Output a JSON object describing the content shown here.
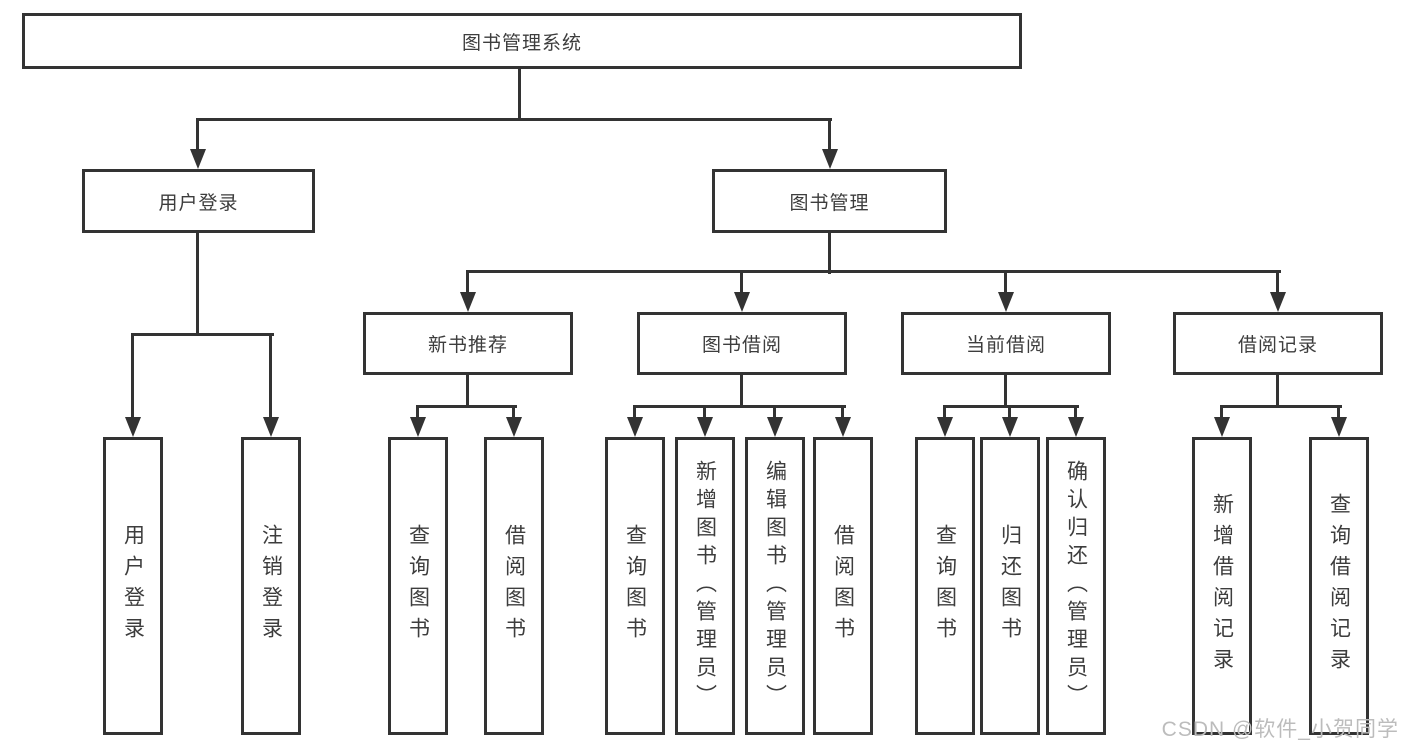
{
  "diagram": {
    "title": "图书管理系统",
    "root": {
      "label": "图书管理系统"
    },
    "level2": [
      {
        "label": "用户登录"
      },
      {
        "label": "图书管理"
      }
    ],
    "level3": [
      {
        "label": "新书推荐"
      },
      {
        "label": "图书借阅"
      },
      {
        "label": "当前借阅"
      },
      {
        "label": "借阅记录"
      }
    ],
    "leaves": [
      {
        "label": "用户登录"
      },
      {
        "label": "注销登录"
      },
      {
        "label": "查询图书"
      },
      {
        "label": "借阅图书"
      },
      {
        "label": "查询图书"
      },
      {
        "label": "新增图书（管理员）"
      },
      {
        "label": "编辑图书（管理员）"
      },
      {
        "label": "借阅图书"
      },
      {
        "label": "查询图书"
      },
      {
        "label": "归还图书"
      },
      {
        "label": "确认归还（管理员）"
      },
      {
        "label": "新增借阅记录"
      },
      {
        "label": "查询借阅记录"
      }
    ],
    "colors": {
      "line": "#333333",
      "text": "#3d3d3d",
      "background": "#ffffff",
      "watermark": "#bcbcbc"
    }
  },
  "watermark": {
    "text": "CSDN @软件_小贺同学"
  }
}
